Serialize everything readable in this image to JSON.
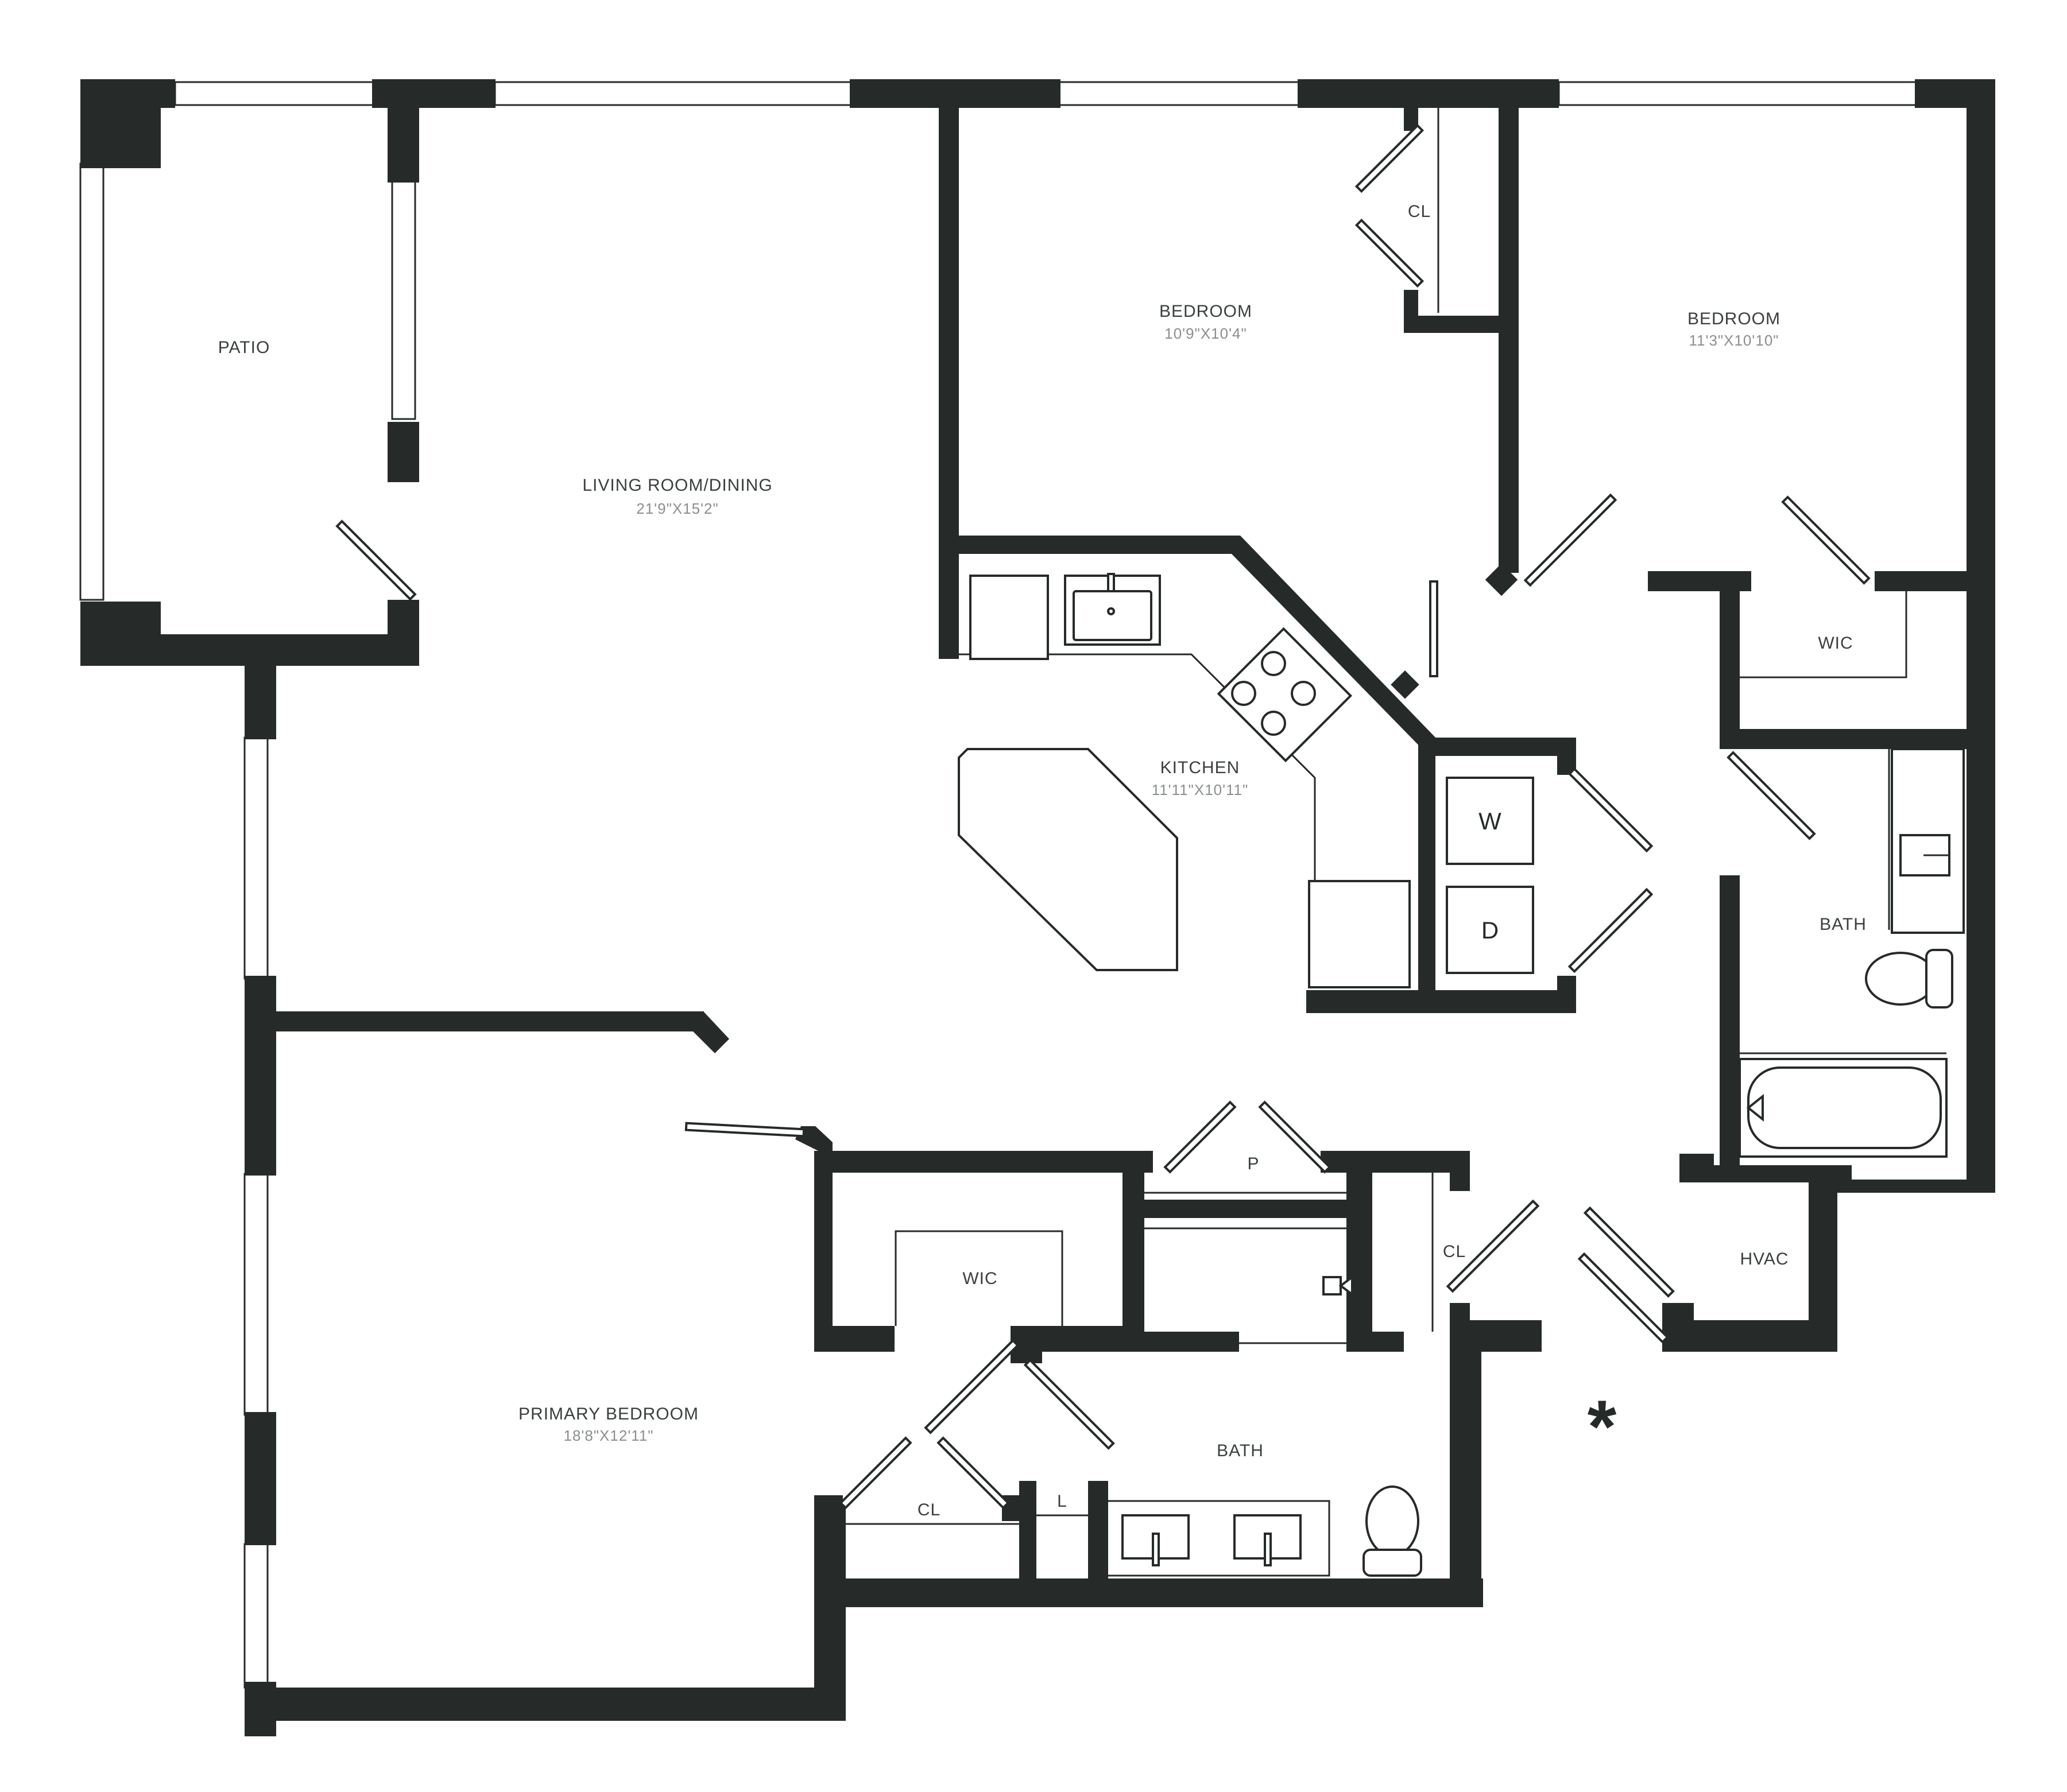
{
  "rooms": {
    "patio": {
      "name": "PATIO"
    },
    "living": {
      "name": "LIVING ROOM/DINING",
      "size": "21'9\"X15'2\""
    },
    "bedroom1": {
      "name": "BEDROOM",
      "size": "10'9\"X10'4\""
    },
    "bedroom2": {
      "name": "BEDROOM",
      "size": "11'3\"X10'10\""
    },
    "kitchen": {
      "name": "KITCHEN",
      "size": "11'11\"X10'11\""
    },
    "primary": {
      "name": "PRIMARY BEDROOM",
      "size": "18'8\"X12'11\""
    },
    "bath_secondary": {
      "name": "BATH"
    },
    "bath_primary": {
      "name": "BATH"
    },
    "wic_secondary": {
      "name": "WIC"
    },
    "wic_primary": {
      "name": "WIC"
    },
    "hvac": {
      "name": "HVAC"
    },
    "closet_bedroom": {
      "name": "CL"
    },
    "closet_hall": {
      "name": "CL"
    },
    "closet_primary": {
      "name": "CL"
    },
    "pantry": {
      "name": "P"
    },
    "linen": {
      "name": "L"
    }
  },
  "appliances": {
    "washer": "W",
    "dryer": "D"
  },
  "marker": "*"
}
